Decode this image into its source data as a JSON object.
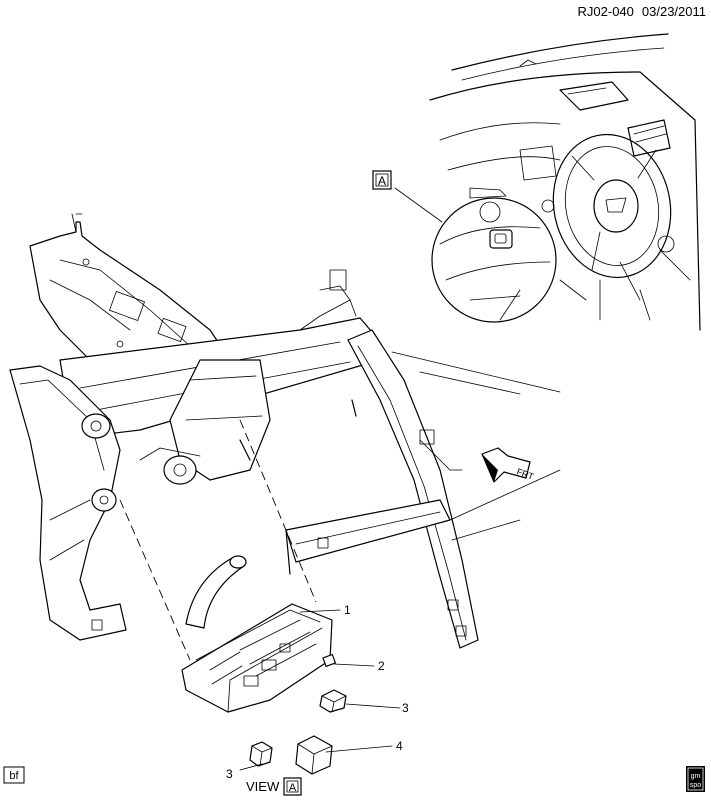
{
  "header": {
    "drawing_ref": "RJ02-040",
    "date": "03/23/2011"
  },
  "view_label": {
    "prefix": "VIEW",
    "letter": "A"
  },
  "inset_marker": {
    "letter": "A"
  },
  "callouts": [
    {
      "number": "1"
    },
    {
      "number": "2"
    },
    {
      "number": "3"
    },
    {
      "number": "3"
    },
    {
      "number": "4"
    }
  ],
  "arrow": {
    "text": "FRT"
  },
  "footer": {
    "left_tag": "bf",
    "right_logo": {
      "line1": "gm",
      "line2": "spo",
      "icon": "gm-spo-logo-icon"
    }
  }
}
